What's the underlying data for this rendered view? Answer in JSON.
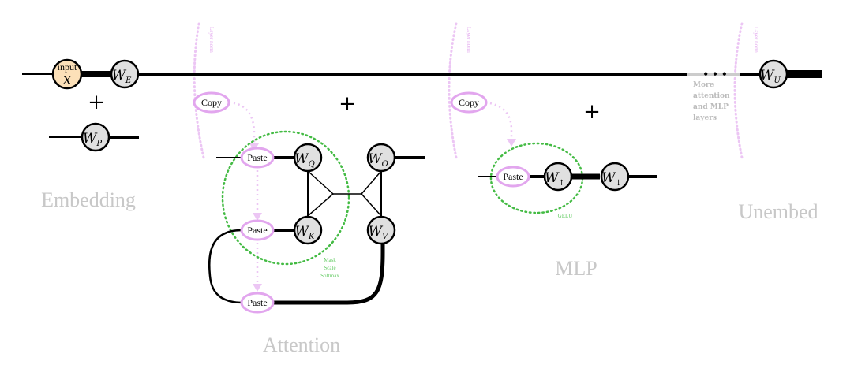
{
  "colors": {
    "stream": "#000000",
    "node_fill": "#e0e0e0",
    "input_fill": "#fce0b8",
    "copy_paste_stroke": "#e2a6ee",
    "green_dots": "#44bb44",
    "section_label": "#c8c8c8",
    "annotation_grey": "#bbbbbb",
    "green_text": "#66cc66"
  },
  "embedding": {
    "input_label": "input",
    "input_var": "x",
    "we_base": "W",
    "we_sub": "E",
    "plus": "+",
    "wp_base": "W",
    "wp_sub": "P",
    "section": "Embedding"
  },
  "layer_norm": {
    "label": "Layer norm"
  },
  "attention": {
    "copy": "Copy",
    "paste": "Paste",
    "plus": "+",
    "wq_base": "W",
    "wq_sub": "Q",
    "wk_base": "W",
    "wk_sub": "K",
    "wo_base": "W",
    "wo_sub": "O",
    "wv_base": "W",
    "wv_sub": "V",
    "notes": [
      "Mask",
      "Scale",
      "Softmax"
    ],
    "section": "Attention"
  },
  "mlp": {
    "copy": "Copy",
    "paste": "Paste",
    "plus": "+",
    "wup_base": "W",
    "wup_sub": "↑",
    "wdown_base": "W",
    "wdown_sub": "↓",
    "activation": "GELU",
    "section": "MLP"
  },
  "more_layers": {
    "dots": "• • •",
    "lines": [
      "More",
      "attention",
      "and MLP",
      "layers"
    ]
  },
  "unembed": {
    "wu_base": "W",
    "wu_sub": "U",
    "section": "Unembed"
  }
}
